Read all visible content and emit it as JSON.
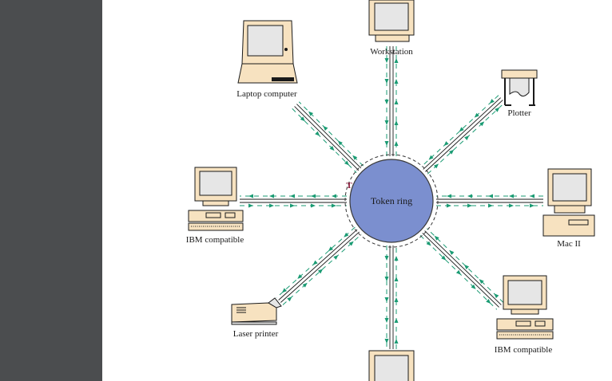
{
  "colors": {
    "sidebar": "#4b4d4f",
    "ring_fill": "#7b8fcf",
    "ring_stroke": "#3a3a3a",
    "arrow_green": "#1a9b73",
    "token_marker": "#8b1a3a",
    "screen": "#e6e6e6",
    "case": "#f7e2c0",
    "outline": "#1a1a1a"
  },
  "ring": {
    "label": "Token ring",
    "marker": "T"
  },
  "devices": {
    "workstation": {
      "label": "Workstation",
      "icon": "workstation-icon"
    },
    "plotter": {
      "label": "Plotter",
      "icon": "plotter-icon"
    },
    "mac": {
      "label": "Mac II",
      "icon": "mac-computer-icon"
    },
    "ibm_right": {
      "label": "IBM compatible",
      "icon": "pc-icon"
    },
    "bottom": {
      "label": "",
      "icon": "monitor-icon"
    },
    "laser": {
      "label": "Laser printer",
      "icon": "laser-printer-icon"
    },
    "ibm_left": {
      "label": "IBM compatible",
      "icon": "pc-icon"
    },
    "laptop": {
      "label": "Laptop computer",
      "icon": "laptop-icon"
    }
  }
}
